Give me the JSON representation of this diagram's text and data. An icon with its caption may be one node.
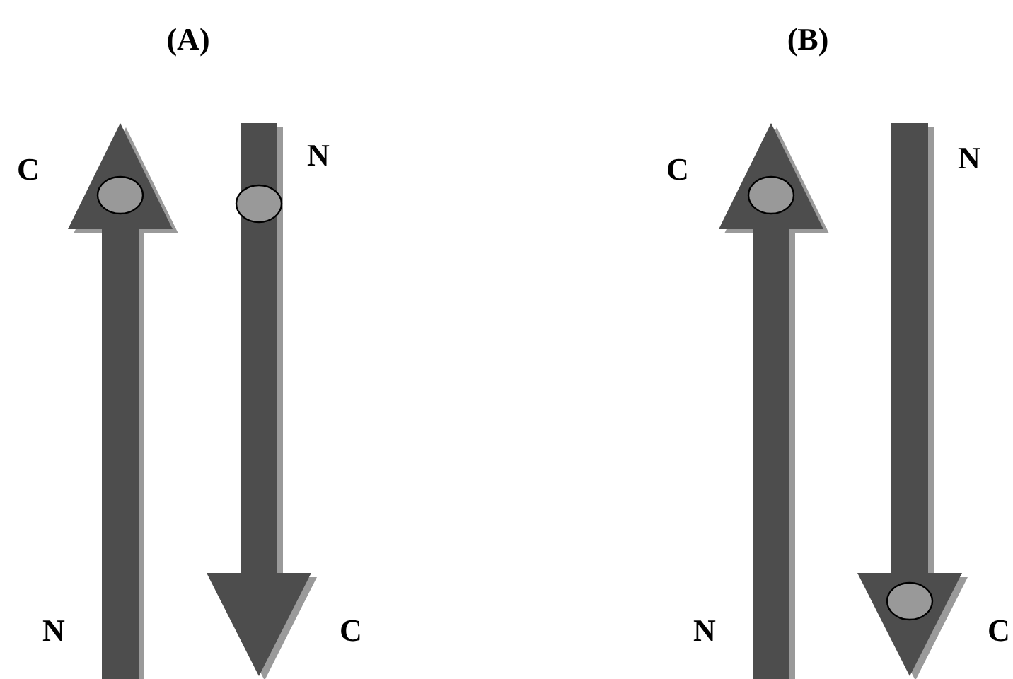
{
  "diagram": {
    "labels": [
      "(A)",
      "(B)",
      "C",
      "N",
      "C",
      "N",
      "N",
      "C",
      "N",
      "C"
    ]
  }
}
